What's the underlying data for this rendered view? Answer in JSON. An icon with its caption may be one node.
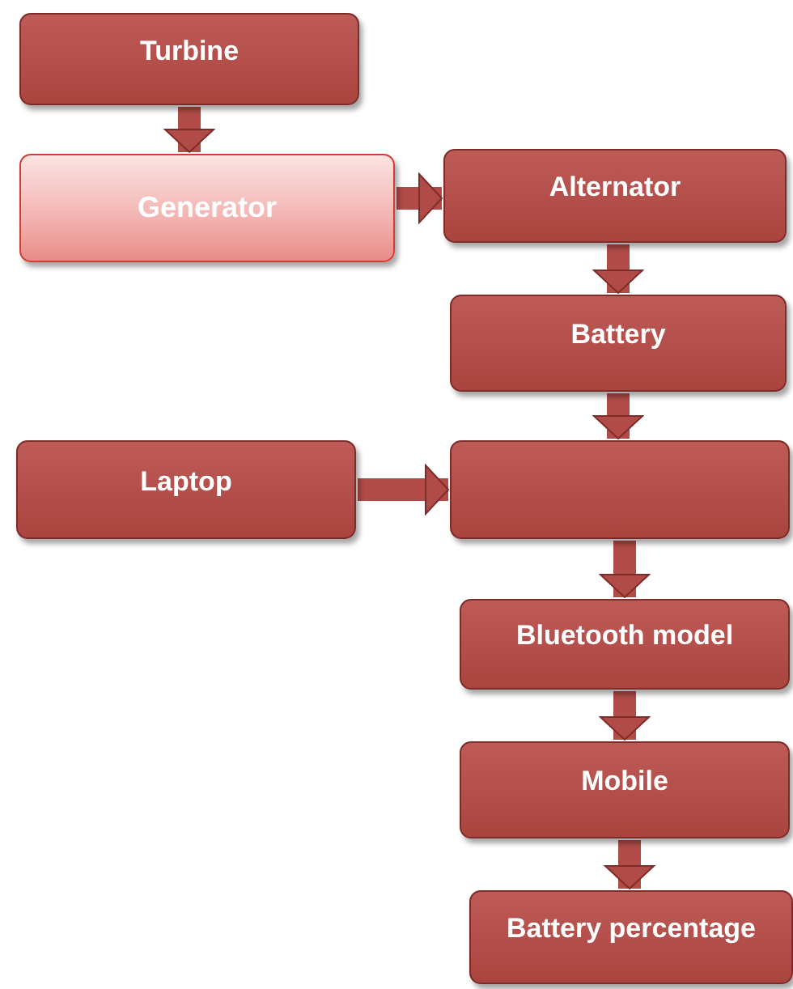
{
  "diagram": {
    "nodes": [
      {
        "text": [
          "Turbine"
        ]
      },
      {
        "text": [
          "Generator"
        ]
      },
      {
        "text": [
          "Alternator"
        ]
      },
      {
        "text": [
          "Battery"
        ]
      },
      {
        "text": [
          "Laptop"
        ]
      },
      {
        "text": [],
        "shape": "box"
      },
      {
        "text": [
          "Bluetooth model"
        ]
      },
      {
        "text": [
          "Mobile"
        ]
      },
      {
        "text": [
          "Battery percentage"
        ]
      }
    ],
    "edges": [
      {
        "from": 0,
        "to": 1,
        "arrow": "to"
      },
      {
        "from": 1,
        "to": 2,
        "arrow": "to"
      },
      {
        "from": 2,
        "to": 3,
        "arrow": "to"
      },
      {
        "from": 3,
        "to": 5,
        "arrow": "to"
      },
      {
        "from": 4,
        "to": 5,
        "arrow": "to"
      },
      {
        "from": 5,
        "to": 6,
        "arrow": "to"
      },
      {
        "from": 6,
        "to": 7,
        "arrow": "to"
      },
      {
        "from": 7,
        "to": 8,
        "arrow": "to"
      }
    ]
  }
}
